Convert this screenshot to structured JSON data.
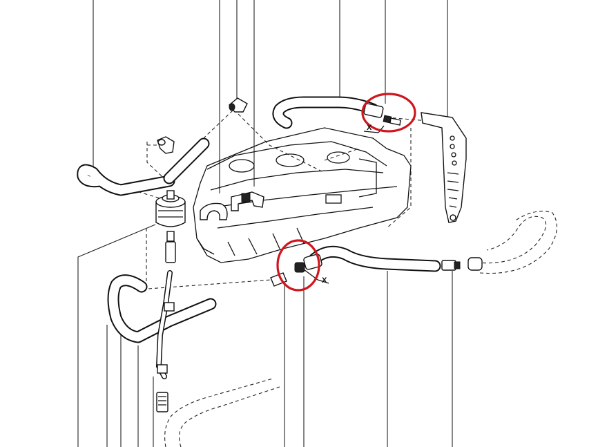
{
  "diagram": {
    "callouts": [
      {
        "id": "upper-joint",
        "label": "X",
        "highlight_color": "#d0161d"
      },
      {
        "id": "lower-joint",
        "label": "X",
        "highlight_color": "#d0161d"
      }
    ],
    "colors": {
      "line": "#111111",
      "background": "#ffffff",
      "highlight": "#d0161d"
    }
  }
}
